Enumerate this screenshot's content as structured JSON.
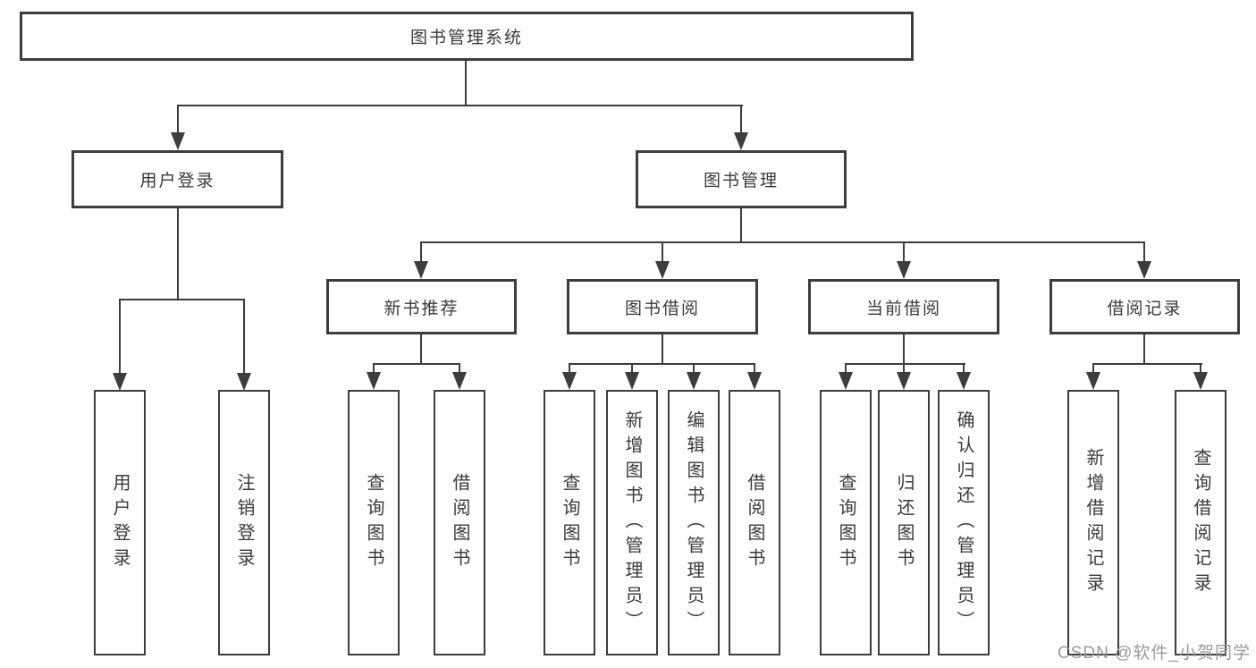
{
  "diagram_title": "图书管理系统",
  "nodes": {
    "root": "图书管理系统",
    "user_login": "用户登录",
    "book_management": "图书管理",
    "new_book_rec": "新书推荐",
    "book_borrow": "图书借阅",
    "current_borrow": "当前借阅",
    "borrow_records": "借阅记录",
    "ul_user_login": "用户登录",
    "ul_logout": "注销登录",
    "nbr_query_books": "查询图书",
    "nbr_borrow_books": "借阅图书",
    "bb_query_books": "查询图书",
    "bb_add_books": "新增图书（管理员）",
    "bb_edit_books": "编辑图书（管理员）",
    "bb_borrow_books": "借阅图书",
    "cb_query_books": "查询图书",
    "cb_return_books": "归还图书",
    "cb_confirm_return": "确认归还（管理员）",
    "br_add_record": "新增借阅记录",
    "br_query_record": "查询借阅记录"
  },
  "hierarchy": {
    "root": "图书管理系统",
    "children": [
      {
        "label": "用户登录",
        "children": [
          "用户登录",
          "注销登录"
        ]
      },
      {
        "label": "图书管理",
        "children": [
          {
            "label": "新书推荐",
            "children": [
              "查询图书",
              "借阅图书"
            ]
          },
          {
            "label": "图书借阅",
            "children": [
              "查询图书",
              "新增图书（管理员）",
              "编辑图书（管理员）",
              "借阅图书"
            ]
          },
          {
            "label": "当前借阅",
            "children": [
              "查询图书",
              "归还图书",
              "确认归还（管理员）"
            ]
          },
          {
            "label": "借阅记录",
            "children": [
              "新增借阅记录",
              "查询借阅记录"
            ]
          }
        ]
      }
    ]
  },
  "watermark": "CSDN @软件_小贺同学",
  "colors": {
    "line": "#3d3d3d",
    "text": "#3a3a3a",
    "watermark": "#9b9b9b",
    "background": "#ffffff"
  }
}
